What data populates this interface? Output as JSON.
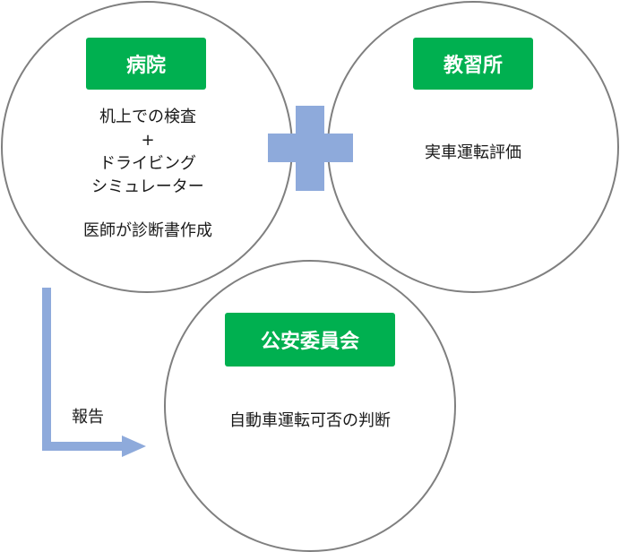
{
  "hospital": {
    "title": "病院",
    "lines": [
      "机上での検査",
      "+",
      "ドライビング",
      "シミュレーター"
    ],
    "note": "医師が診断書作成"
  },
  "school": {
    "title": "教習所",
    "note": "実車運転評価"
  },
  "commission": {
    "title": "公安委員会",
    "note": "自動車運転可否の判断"
  },
  "report_label": "報告",
  "colors": {
    "label_bg": "#00b050",
    "connector": "#8eaadb",
    "circle_stroke": "#7f7f7f"
  }
}
